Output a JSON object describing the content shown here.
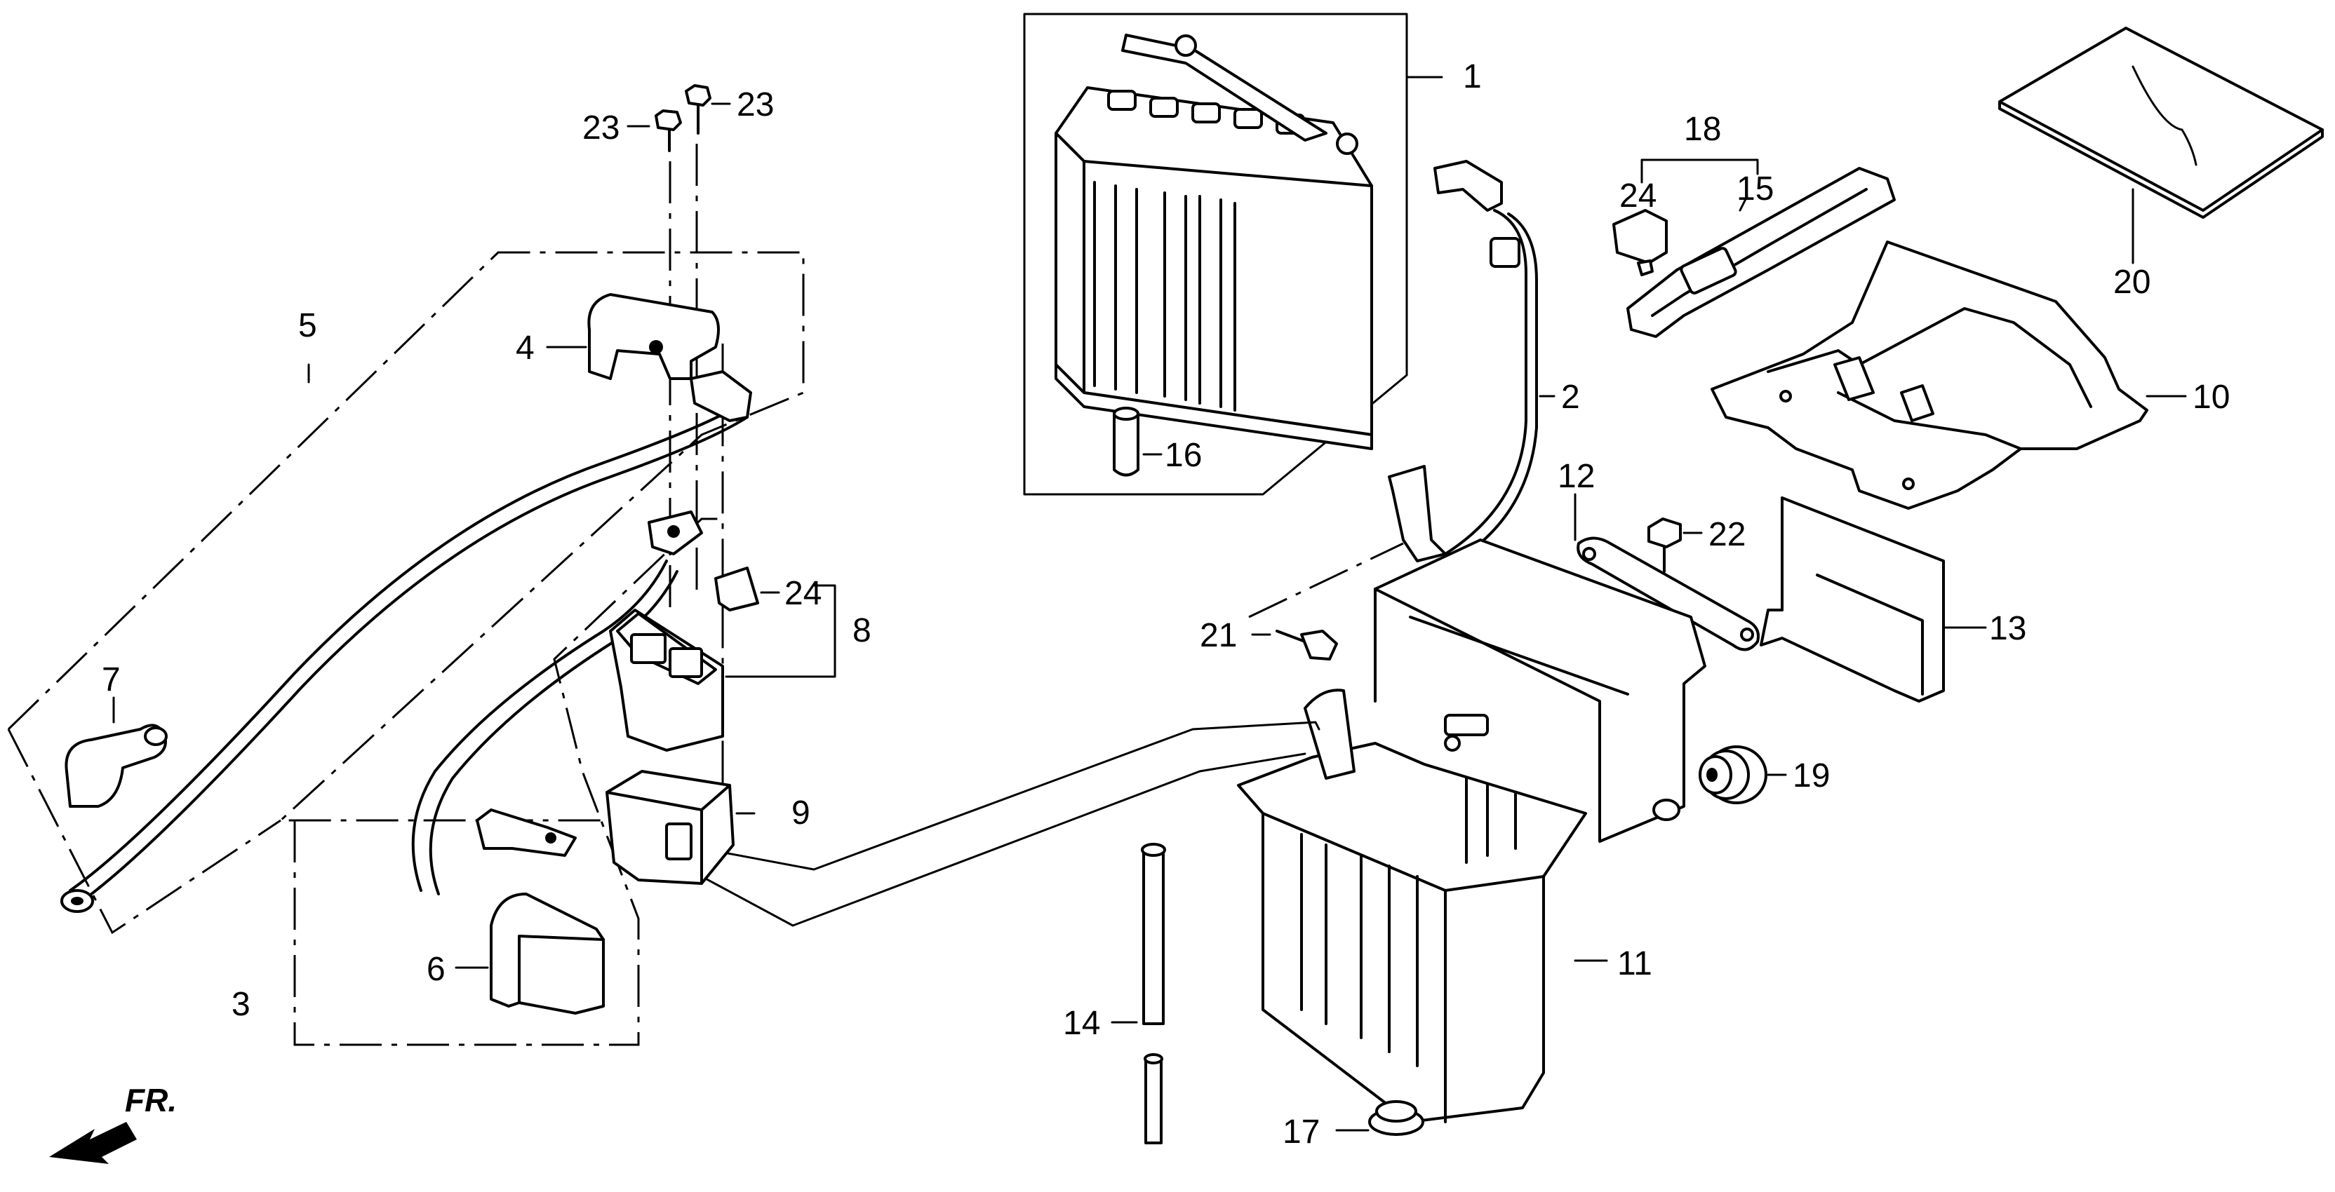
{
  "diagram": {
    "callouts": {
      "c1": "1",
      "c2": "2",
      "c3": "3",
      "c4": "4",
      "c5": "5",
      "c6": "6",
      "c7": "7",
      "c8": "8",
      "c9": "9",
      "c10": "10",
      "c11": "11",
      "c12": "12",
      "c13": "13",
      "c14": "14",
      "c15": "15",
      "c16": "16",
      "c17": "17",
      "c18": "18",
      "c19": "19",
      "c20": "20",
      "c21": "21",
      "c22": "22",
      "c23a": "23",
      "c23b": "23",
      "c24a": "24",
      "c24b": "24"
    },
    "direction_label": "FR."
  }
}
